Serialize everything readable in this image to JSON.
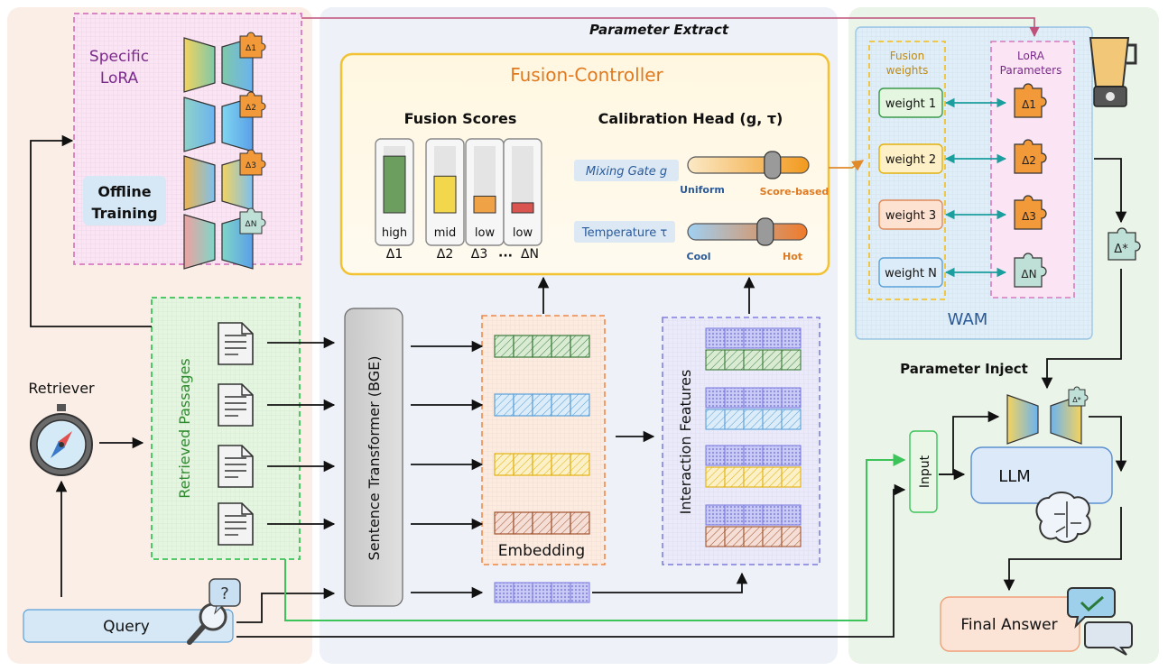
{
  "diagram": {
    "parameter_extract": "Parameter Extract",
    "specific_lora": [
      "Specific",
      "LoRA"
    ],
    "offline_training": [
      "Offline",
      "Training"
    ],
    "lora_deltas": [
      "Δ1",
      "Δ2",
      "Δ3",
      "ΔN"
    ],
    "fusion_controller": "Fusion-Controller",
    "fusion_scores_title": "Fusion Scores",
    "bars": [
      {
        "label": "high",
        "delta": "Δ1",
        "level": 0.85,
        "color": "#6b9e5f"
      },
      {
        "label": "mid",
        "delta": "Δ2",
        "level": 0.55,
        "color": "#f2d64b"
      },
      {
        "label": "low",
        "delta": "Δ3",
        "level": 0.25,
        "color": "#f0a247"
      },
      {
        "label": "low",
        "delta": "ΔN",
        "level": 0.15,
        "color": "#d9534f"
      }
    ],
    "dots": "···",
    "calibration_title": "Calibration Head (g, τ)",
    "mixing_gate": {
      "label": "Mixing Gate g",
      "left": "Uniform",
      "right": "Score-based",
      "level": 0.7
    },
    "temperature": {
      "label": "Temperature τ",
      "left": "Cool",
      "right": "Hot",
      "level": 0.65
    },
    "retriever": "Retriever",
    "retrieved_passages": "Retrieved Passages",
    "sentence_transformer": "Sentence Transformer (BGE)",
    "embedding": "Embedding",
    "interaction_features": "Interaction Features",
    "query": "Query",
    "query_mark": "?",
    "wam": "WAM",
    "fusion_weights": [
      "Fusion",
      "weights"
    ],
    "lora_parameters": [
      "LoRA",
      "Parameters"
    ],
    "weights": [
      "weight 1",
      "weight 2",
      "weight 3",
      "weight N"
    ],
    "merged_delta": "Δ*",
    "parameter_inject": "Parameter Inject",
    "input": "Input",
    "llm": "LLM",
    "final_answer": "Final Answer",
    "colors": {
      "green": "#3a7a3a",
      "blue": "#5aa0d8",
      "yellow": "#e3b10f",
      "brown": "#a0522d",
      "purple": "#8080e0",
      "accent_orange": "#e08a2a",
      "arrow_green": "#3cc35a",
      "arrow_teal": "#1a9e9e"
    }
  }
}
